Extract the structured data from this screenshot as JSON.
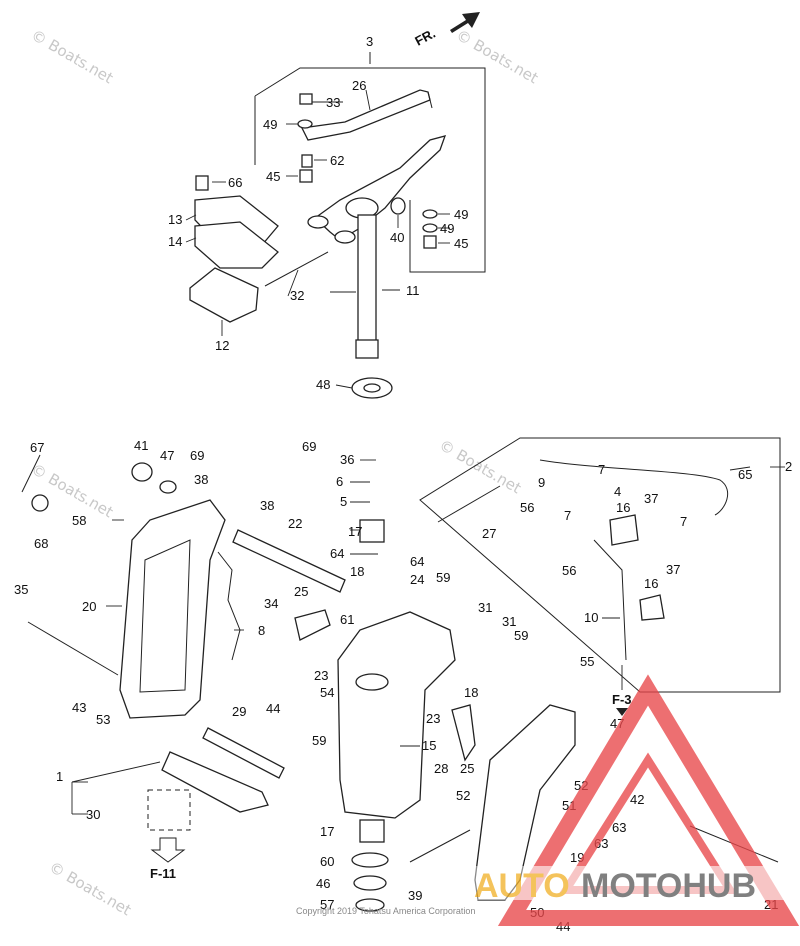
{
  "direction_label": "FR.",
  "watermarks": {
    "site": "© Boats.net"
  },
  "copyright": "Copyright 2019 Tohatsu America Corporation",
  "ref_labels": [
    "F-3",
    "F-11"
  ],
  "logo": {
    "left": "AUTO",
    "right": "MOTOHUB"
  },
  "colors": {
    "logo_red": "#e8474a",
    "logo_orange": "#f2b32e",
    "logo_grey": "#5d5d5d",
    "line": "#222222"
  },
  "part_numbers": [
    "1",
    "2",
    "3",
    "4",
    "5",
    "6",
    "7",
    "8",
    "9",
    "10",
    "11",
    "12",
    "13",
    "14",
    "15",
    "16",
    "17",
    "18",
    "19",
    "20",
    "21",
    "22",
    "23",
    "24",
    "25",
    "26",
    "27",
    "28",
    "29",
    "30",
    "31",
    "32",
    "33",
    "34",
    "35",
    "36",
    "37",
    "38",
    "39",
    "40",
    "41",
    "42",
    "43",
    "44",
    "45",
    "46",
    "47",
    "48",
    "49",
    "50",
    "51",
    "52",
    "53",
    "54",
    "55",
    "56",
    "57",
    "58",
    "59",
    "60",
    "61",
    "62",
    "63",
    "64",
    "65",
    "66",
    "67",
    "68",
    "69"
  ]
}
